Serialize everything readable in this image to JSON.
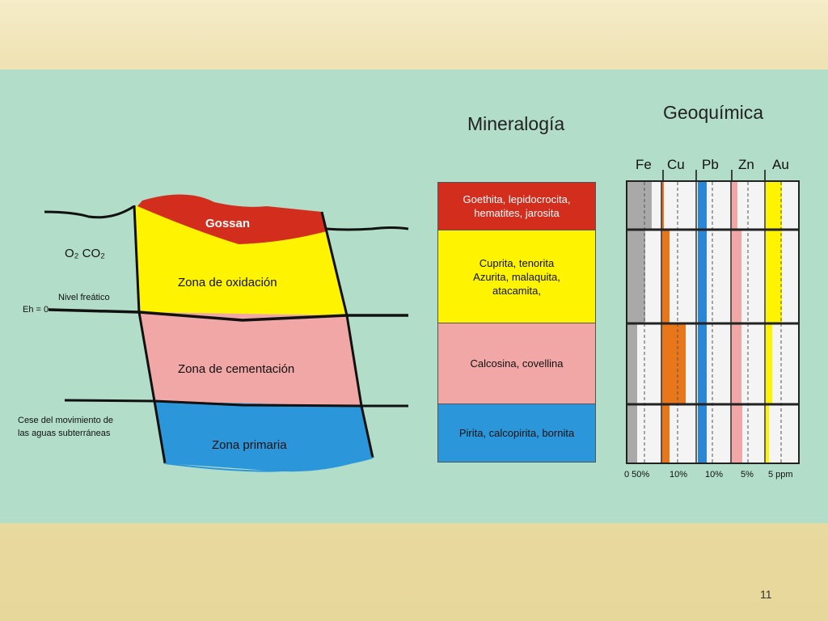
{
  "slide": {
    "page_number": "11"
  },
  "diagram": {
    "labels": {
      "gossan": "Gossan",
      "oxidation_zone": "Zona de oxidación",
      "cementation_zone": "Zona de cementación",
      "primary_zone": "Zona primaria",
      "o2_co2": "O₂ CO₂",
      "water_table": "Nivel freático",
      "eh": "Eh = 0",
      "cessation_line1": "Cese del movimiento de",
      "cessation_line2": "las aguas subterráneas"
    },
    "colors": {
      "gossan": "#d32d1e",
      "oxidation": "#fef300",
      "cementation": "#f0a7a5",
      "primary": "#2b96d9"
    }
  },
  "mineralogy": {
    "title": "Mineralogía",
    "rows": [
      {
        "text": "Goethita, lepidocrocita,\nhematites, jarosita",
        "color": "#d32d1e",
        "text_color": "#ffffff"
      },
      {
        "text": "Cuprita, tenorita\nAzurita, malaquita,\natacamita,",
        "color": "#fef300",
        "text_color": "#111111"
      },
      {
        "text": "Calcosina, covellina",
        "color": "#f0a7a5",
        "text_color": "#111111"
      },
      {
        "text": "Pirita, calcopirita, bornita",
        "color": "#2b96d9",
        "text_color": "#111111"
      }
    ]
  },
  "geochemistry": {
    "title": "Geoquímica",
    "elements": [
      "Fe",
      "Cu",
      "Pb",
      "Zn",
      "Au"
    ],
    "scale_labels": [
      "0 50%",
      "10%",
      "10%",
      "5%",
      "5 ppm"
    ],
    "colors": {
      "Fe": "#a9a9a9",
      "Cu": "#e8771c",
      "Pb": "#2b86d6",
      "Zn": "#f0a7a5",
      "Au": "#fef300"
    }
  }
}
